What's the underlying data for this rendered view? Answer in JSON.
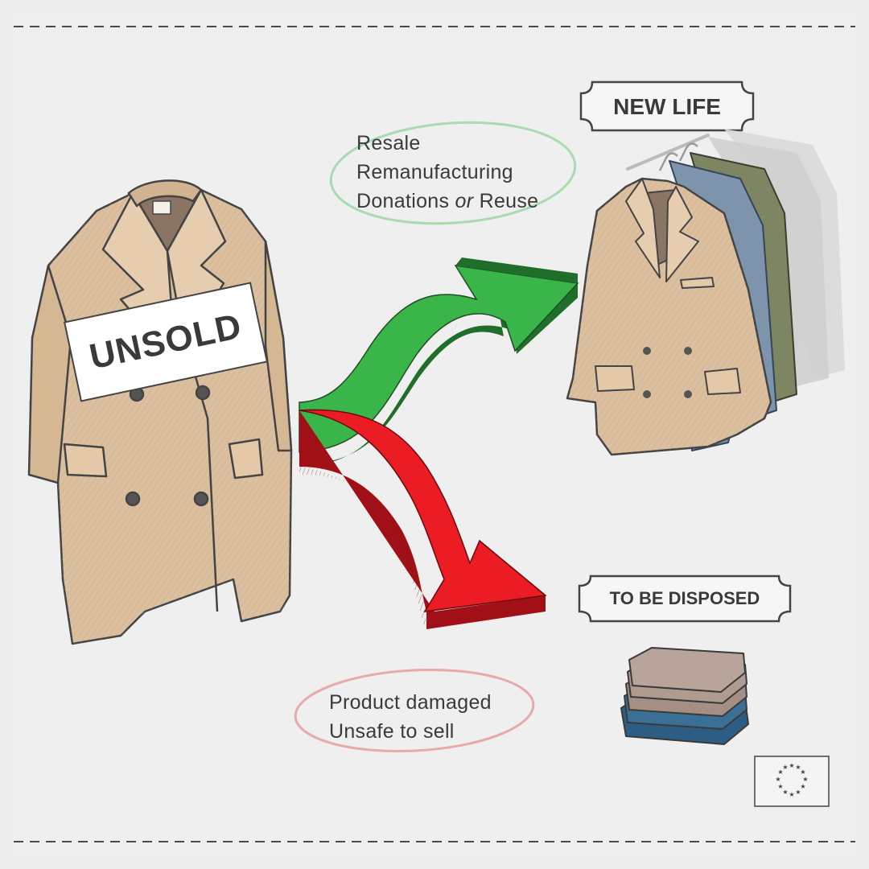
{
  "labels": {
    "unsold": "UNSOLD",
    "new_life": "NEW LIFE",
    "to_be_disposed": "TO BE DISPOSED"
  },
  "positive_outcomes": {
    "line1": "Resale",
    "line2": "Remanufacturing",
    "line3_part1": "Donations ",
    "line3_part2": "or",
    "line3_part3": " Reuse"
  },
  "negative_outcomes": {
    "line1": "Product damaged",
    "line2": "Unsafe to sell"
  },
  "colors": {
    "background": "#ededed",
    "coat": "#dcbf9f",
    "coat_outline": "#444444",
    "arrow_green": "#3ab54a",
    "arrow_green_dark": "#1f6e2a",
    "arrow_red": "#ec1c24",
    "arrow_red_dark": "#a01016",
    "ring_green": "#a8dbb0",
    "ring_red": "#e8a9a9",
    "jacket_blue": "#7e94ad",
    "jacket_olive": "#7d8563",
    "fold_brown": "#a58f85",
    "fold_blue": "#2d5d83"
  },
  "icons": {
    "eu_flag": "eu-flag-icon"
  }
}
